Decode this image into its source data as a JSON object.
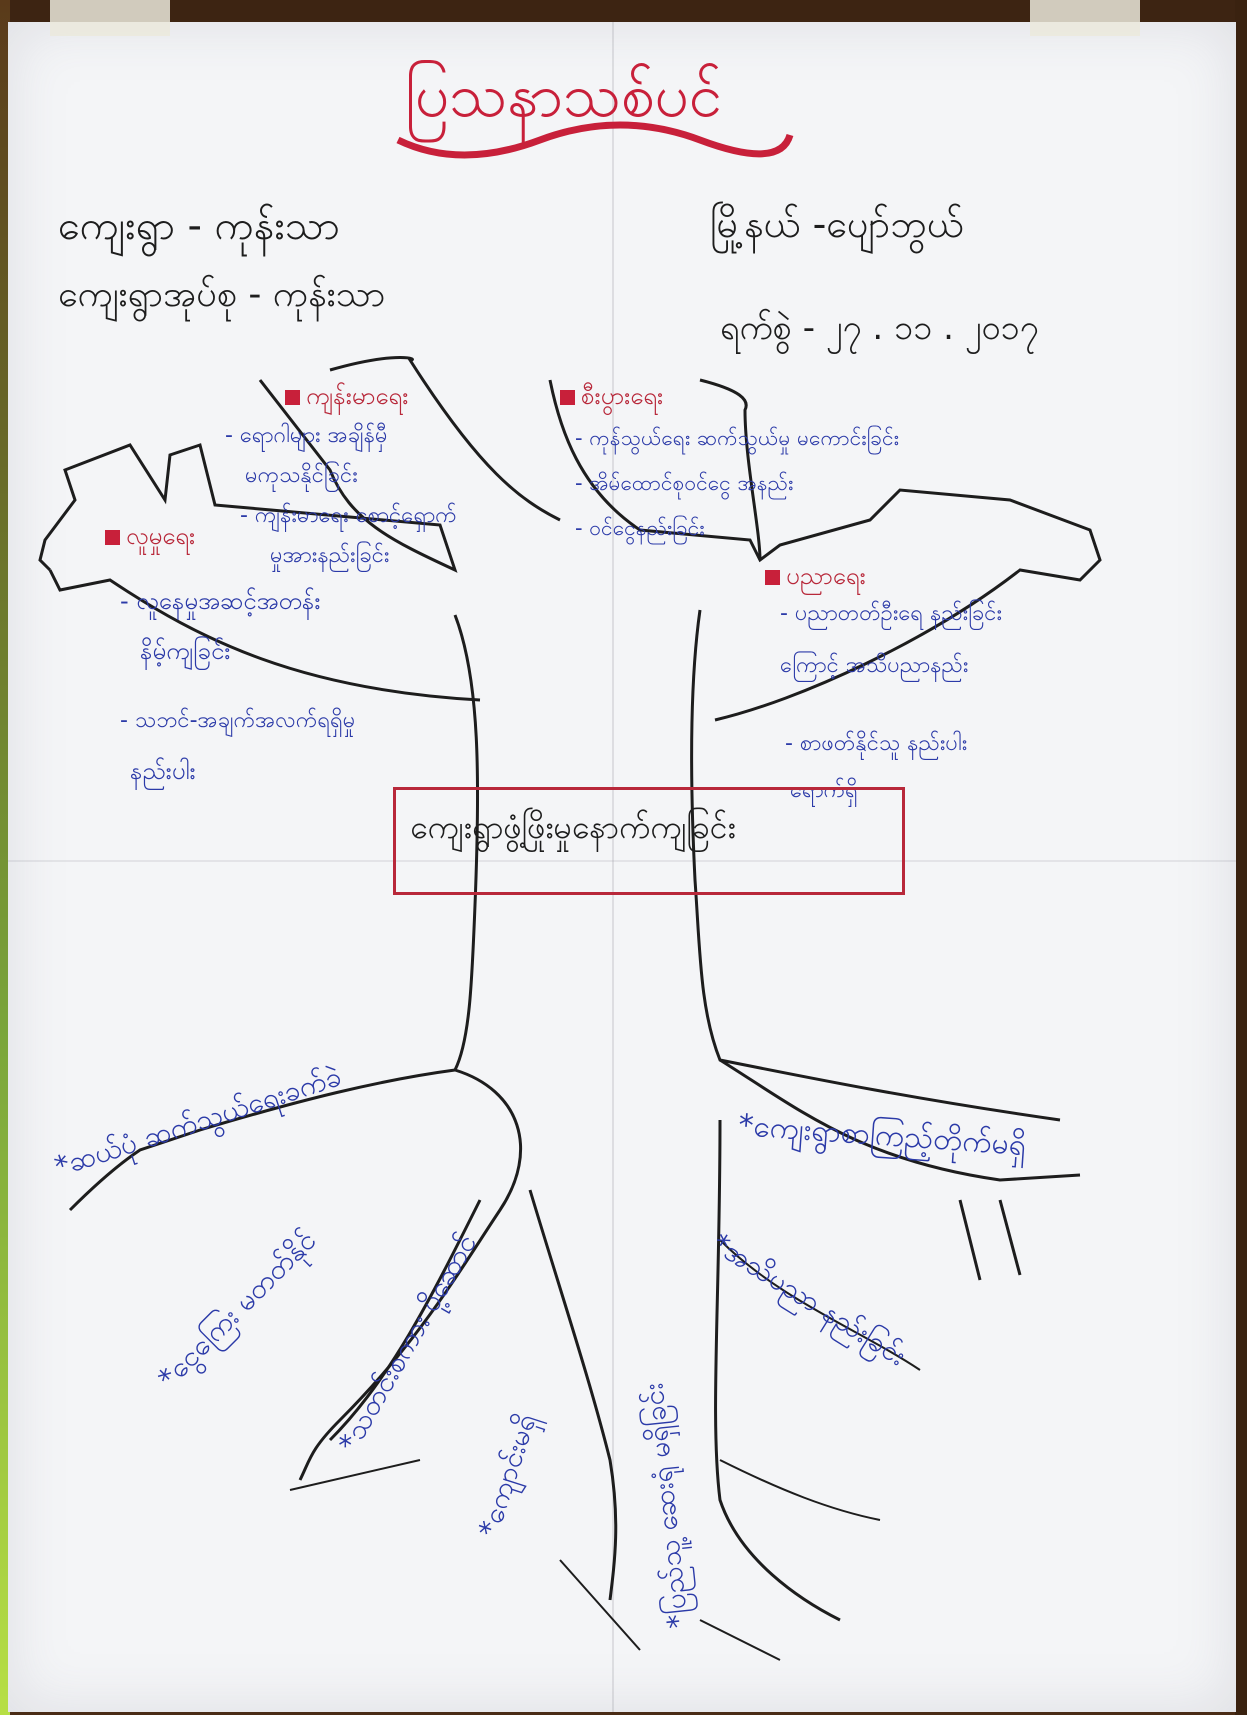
{
  "title": "ပြသနာသစ်ပင်",
  "village": "ကျေးရွာ - ကုန်းသာ",
  "village_tract": "ကျေးရွာအုပ်စု - ကုန်းသာ",
  "township": "မြို့နယ် -ပျော်ဘွယ်",
  "date": "ရက်စွဲ - ၂၇ . ၁၁ . ၂၀၁၇",
  "center": "ကျေးရွာဖွံ့ဖြိုးမှုနောက်ကျခြင်း",
  "sections": {
    "health": {
      "heading": "ကျန်းမာရေး",
      "items": [
        "- ရောဂါများ အချိန်မှီ",
        "မကုသနိုင်ခြင်း",
        "- ကျန်းမာရေး စောင့်ရှောက်",
        "မှုအားနည်းခြင်း"
      ]
    },
    "economy": {
      "heading": "စီးပွားရေး",
      "items": [
        "- ကုန်သွယ်ရေး ဆက်သွယ်မှု မကောင်းခြင်း",
        "- အိမ်ထောင်စုဝင်ငွေ အနည်း",
        "- ဝင်ငွေနည်းခြင်း"
      ]
    },
    "social": {
      "heading": "လူမှုရေး",
      "items": [
        "- လူနေမှုအဆင့်အတန်း",
        "နိမ့်ကျခြင်း",
        "- သဘင်-အချက်အလက်ရရှိမှု",
        "နည်းပါး"
      ]
    },
    "education": {
      "heading": "ပညာရေး",
      "items": [
        "- ပညာတတ်ဦးရေ နည်းခြင်း",
        "ကြောင့် အသိပညာနည်း",
        "- စာဖတ်နိုင်သူ နည်းပါး",
        "ရောက်ရှိ"
      ]
    }
  },
  "roots": [
    "*ဆယ်ပုံ ဆက်သွယ်ရေးခက်ခဲ",
    "*ငွေကြေး မတတ်နိုင်",
    "*သတင်းစကား ပို့ဆောင်",
    "*ကျောင်းမရှိ",
    "*ပြည်သူ့ ဆေးရုံ မရှိခြင်း",
    "*ကျေးရွာစာကြည့်တိုက်မရှိ",
    "*အသိပညာ နည်းခြင်း"
  ]
}
